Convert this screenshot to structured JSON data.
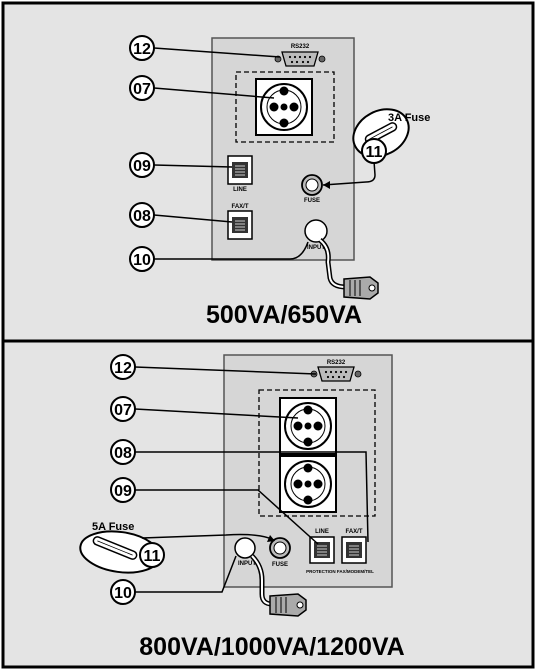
{
  "panels": [
    {
      "caption": "500VA/650VA",
      "callouts": {
        "serial_port": "12",
        "outlet": "07",
        "line_jack": "09",
        "fax_jack": "08",
        "input": "10",
        "fuse": "11"
      },
      "fuse_label": "3A Fuse",
      "port_labels": {
        "serial": "RS232",
        "line": "LINE",
        "fax": "FAX/T",
        "fuse": "FUSE",
        "input": "INPUT"
      }
    },
    {
      "caption": "800VA/1000VA/1200VA",
      "callouts": {
        "serial_port": "12",
        "outlet": "07",
        "fax_jack": "08",
        "line_jack": "09",
        "fuse": "11",
        "input": "10"
      },
      "fuse_label": "5A Fuse",
      "port_labels": {
        "serial": "RS232",
        "line": "LINE",
        "fax": "FAX/T",
        "protection": "PROTECTION FAX/MODEM/TEL",
        "fuse": "FUSE",
        "input": "INPUT"
      }
    }
  ],
  "colors": {
    "panel_bg": "#e4e4e4",
    "device_bg": "#d6d6d6",
    "line": "#000000"
  }
}
